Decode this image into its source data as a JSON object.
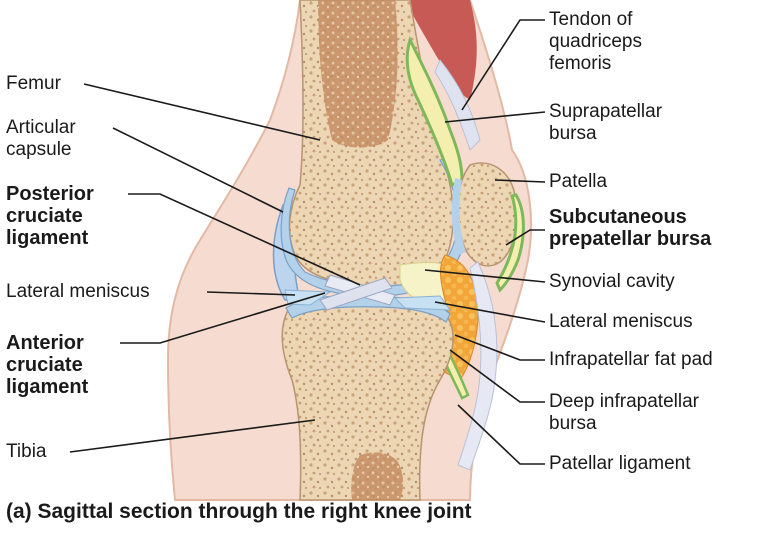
{
  "labels_left": [
    {
      "id": "femur",
      "lines": [
        "Femur"
      ],
      "bold": false
    },
    {
      "id": "articular-capsule",
      "lines": [
        "Articular",
        "capsule"
      ],
      "bold": false
    },
    {
      "id": "posterior-cruciate-ligament",
      "lines": [
        "Posterior",
        "cruciate",
        "ligament"
      ],
      "bold": true
    },
    {
      "id": "lateral-meniscus-left",
      "lines": [
        "Lateral meniscus"
      ],
      "bold": false
    },
    {
      "id": "anterior-cruciate-ligament",
      "lines": [
        "Anterior",
        "cruciate",
        "ligament"
      ],
      "bold": true
    },
    {
      "id": "tibia",
      "lines": [
        "Tibia"
      ],
      "bold": false
    }
  ],
  "labels_right": [
    {
      "id": "tendon-of-quadriceps-femoris",
      "lines": [
        "Tendon of",
        "quadriceps",
        "femoris"
      ],
      "bold": false
    },
    {
      "id": "suprapatellar-bursa",
      "lines": [
        "Suprapatellar",
        "bursa"
      ],
      "bold": false
    },
    {
      "id": "patella",
      "lines": [
        "Patella"
      ],
      "bold": false
    },
    {
      "id": "subcutaneous-prepatellar-bursa",
      "lines": [
        "Subcutaneous",
        "prepatellar bursa"
      ],
      "bold": true
    },
    {
      "id": "synovial-cavity",
      "lines": [
        "Synovial cavity"
      ],
      "bold": false
    },
    {
      "id": "lateral-meniscus-right",
      "lines": [
        "Lateral meniscus"
      ],
      "bold": false
    },
    {
      "id": "infrapatellar-fat-pad",
      "lines": [
        "Infrapatellar fat pad"
      ],
      "bold": false
    },
    {
      "id": "deep-infrapatellar-bursa",
      "lines": [
        "Deep infrapatellar",
        "bursa"
      ],
      "bold": false
    },
    {
      "id": "patellar-ligament",
      "lines": [
        "Patellar ligament"
      ],
      "bold": false
    }
  ],
  "caption": "(a) Sagittal section through the right knee joint",
  "colors": {
    "skin": "#f6dcd0",
    "bone_spongy": "#ead2ad",
    "marrow": "#c08a64",
    "cartilage": "#b3d2ea",
    "bursa": "#f4efae",
    "bursa_border": "#7fb85a",
    "fat_pad": "#f2a63a",
    "muscle": "#c85a55",
    "ligament": "#e6e9f3",
    "leader_line": "#1a1a1a"
  }
}
